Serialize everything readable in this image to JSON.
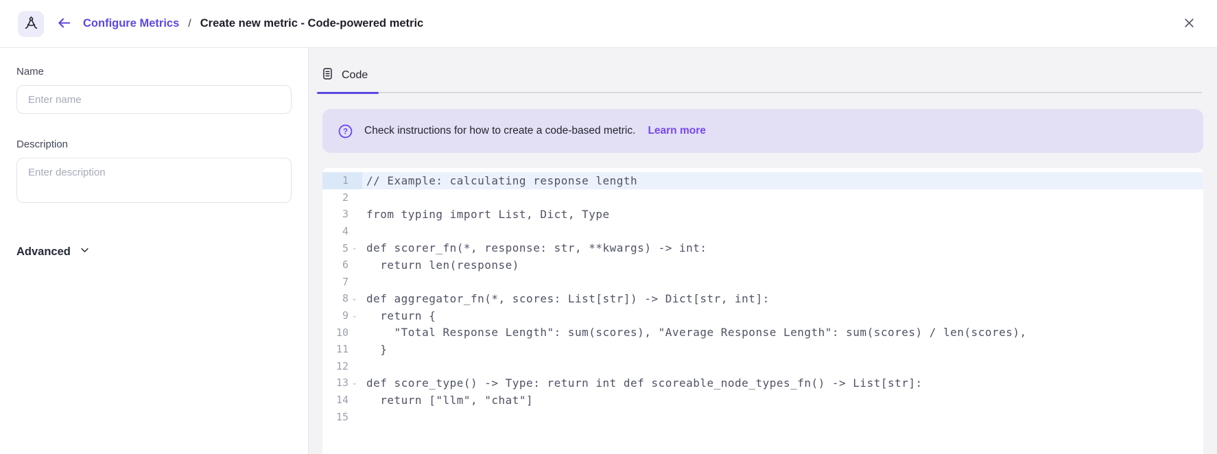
{
  "colors": {
    "accent": "#5b49e0",
    "link": "#7747ee",
    "banner-bg": "#e3e0f6",
    "banner-icon": "#6c47f5",
    "main-bg": "#f3f3f6",
    "active-line": "#ecf2fc",
    "active-gutter": "#dbe8f8",
    "logo-bg": "#ecebfa"
  },
  "header": {
    "logo_icon": "drafting-compass-icon",
    "back_icon": "arrow-left-icon",
    "close_icon": "close-icon",
    "breadcrumb": {
      "link": "Configure Metrics",
      "separator": "/",
      "current": "Create new metric - Code-powered metric"
    }
  },
  "sidebar": {
    "name": {
      "label": "Name",
      "placeholder": "Enter name",
      "value": ""
    },
    "description": {
      "label": "Description",
      "placeholder": "Enter description",
      "value": ""
    },
    "advanced": {
      "label": "Advanced",
      "icon": "chevron-down-icon"
    }
  },
  "main": {
    "tab": {
      "label": "Code",
      "icon": "document-icon",
      "active": true
    },
    "banner": {
      "icon": "help-circle-icon",
      "text": "Check instructions for how to create a code-based metric.",
      "link_label": "Learn more"
    },
    "editor": {
      "lines": [
        {
          "n": "1",
          "text": "// Example: calculating response length",
          "active": true,
          "fold": false
        },
        {
          "n": "2",
          "text": "",
          "active": false,
          "fold": false
        },
        {
          "n": "3",
          "text": "from typing import List, Dict, Type",
          "active": false,
          "fold": false
        },
        {
          "n": "4",
          "text": "",
          "active": false,
          "fold": false
        },
        {
          "n": "5",
          "text": "def scorer_fn(*, response: str, **kwargs) -> int:",
          "active": false,
          "fold": true
        },
        {
          "n": "6",
          "text": "  return len(response)",
          "active": false,
          "fold": false
        },
        {
          "n": "7",
          "text": "",
          "active": false,
          "fold": false
        },
        {
          "n": "8",
          "text": "def aggregator_fn(*, scores: List[str]) -> Dict[str, int]:",
          "active": false,
          "fold": true
        },
        {
          "n": "9",
          "text": "  return {",
          "active": false,
          "fold": true
        },
        {
          "n": "10",
          "text": "    \"Total Response Length\": sum(scores), \"Average Response Length\": sum(scores) / len(scores),",
          "active": false,
          "fold": false
        },
        {
          "n": "11",
          "text": "  }",
          "active": false,
          "fold": false
        },
        {
          "n": "12",
          "text": "",
          "active": false,
          "fold": false
        },
        {
          "n": "13",
          "text": "def score_type() -> Type: return int def scoreable_node_types_fn() -> List[str]:",
          "active": false,
          "fold": true
        },
        {
          "n": "14",
          "text": "  return [\"llm\", \"chat\"]",
          "active": false,
          "fold": false
        },
        {
          "n": "15",
          "text": "",
          "active": false,
          "fold": false
        }
      ]
    }
  }
}
